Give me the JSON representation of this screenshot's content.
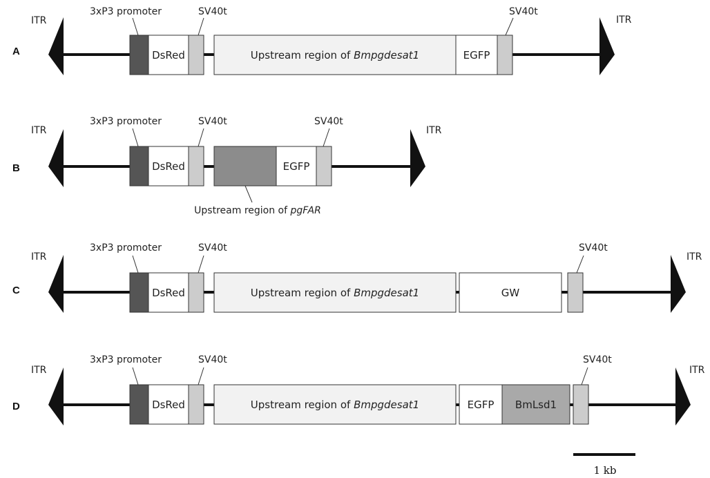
{
  "panels": [
    {
      "letter": "A",
      "left_itr": "ITR",
      "promoter": "3xP3 promoter",
      "sv40_1": "SV40t",
      "dsred": "DsRed",
      "up_pre": "Upstream region of ",
      "up_it": "Bmpgdesat1",
      "egfp": "EGFP",
      "sv40_2": "SV40t",
      "right_itr": "ITR"
    },
    {
      "letter": "B",
      "left_itr": "ITR",
      "promoter": "3xP3 promoter",
      "sv40_1": "SV40t",
      "dsred": "DsRed",
      "egfp": "EGFP",
      "sv40_2": "SV40t",
      "right_itr": "ITR",
      "up_pre": "Upstream region of ",
      "up_it": "pgFAR"
    },
    {
      "letter": "C",
      "left_itr": "ITR",
      "promoter": "3xP3 promoter",
      "sv40_1": "SV40t",
      "dsred": "DsRed",
      "up_pre": "Upstream region of ",
      "up_it": "Bmpgdesat1",
      "gw": "GW",
      "sv40_2": "SV40t",
      "right_itr": "ITR"
    },
    {
      "letter": "D",
      "left_itr": "ITR",
      "promoter": "3xP3 promoter",
      "sv40_1": "SV40t",
      "dsred": "DsRed",
      "up_pre": "Upstream region of ",
      "up_it": "Bmpgdesat1",
      "egfp": "EGFP",
      "bmlsd1": "BmLsd1",
      "sv40_2": "SV40t",
      "right_itr": "ITR"
    }
  ],
  "scale_bar": {
    "label": "1 kb"
  },
  "colors": {
    "promoter": "#555555",
    "sv40": "#cccccc",
    "upstream": "#f2f2f2",
    "pgfar": "#8c8c8c",
    "bmlsd1": "#a9a9a9",
    "white": "#ffffff",
    "itr": "#111111",
    "line": "#111111"
  }
}
